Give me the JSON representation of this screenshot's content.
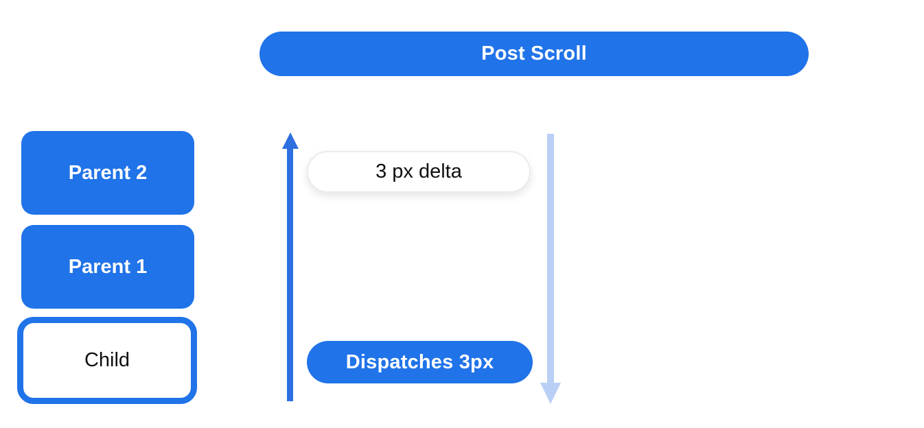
{
  "diagram": {
    "banner": {
      "label": "Post Scroll"
    },
    "view_stack": [
      {
        "label": "Parent 2",
        "variant": "filled"
      },
      {
        "label": "Parent 1",
        "variant": "filled"
      },
      {
        "label": "Child",
        "variant": "outlined"
      }
    ],
    "scroll_flow": {
      "up_arrow_icon": "arrow-up",
      "down_arrow_icon": "arrow-down",
      "delta_pill": {
        "label": "3 px delta"
      },
      "dispatch_pill": {
        "label": "Dispatches 3px"
      }
    },
    "colors": {
      "primary_blue": "#2073e8",
      "arrow_blue": "#2e6fe0",
      "arrow_light_blue": "#b9cff5",
      "pill_border": "#ebebeb",
      "text_dark": "#0f0f0f",
      "text_light": "#ffffff",
      "background": "#ffffff"
    }
  }
}
